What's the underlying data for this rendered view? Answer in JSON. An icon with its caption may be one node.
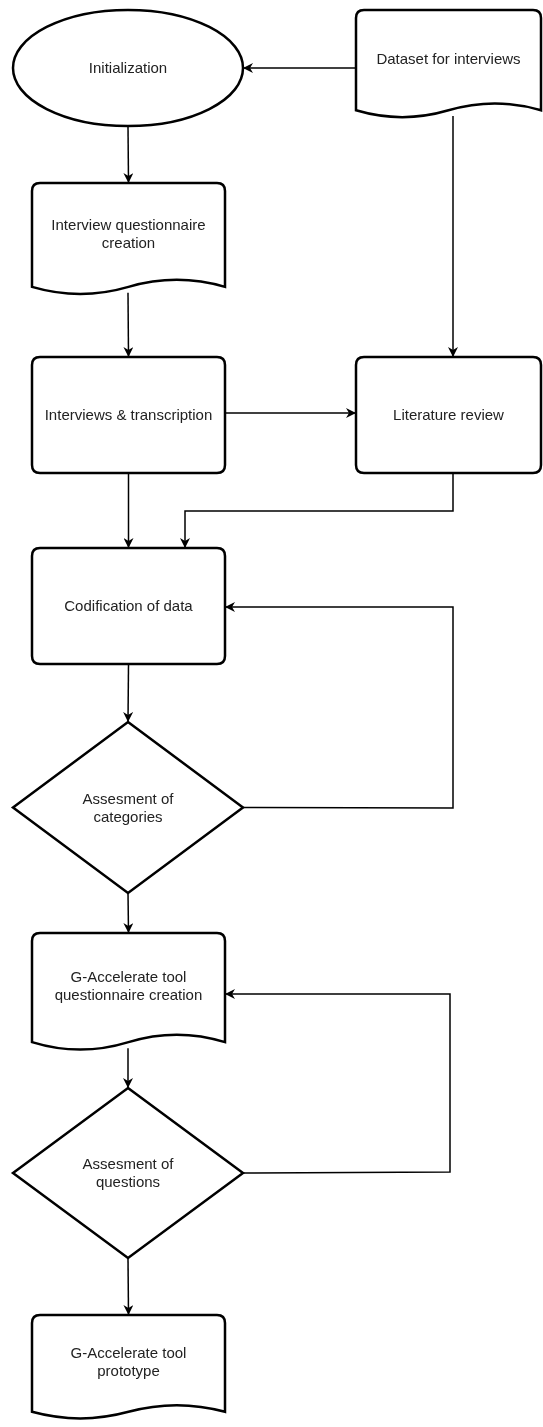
{
  "diagram": {
    "nodes": [
      {
        "text": [
          "Initialization"
        ]
      },
      {
        "text": [
          "Dataset for interviews"
        ]
      },
      {
        "text": [
          "Interview questionnaire creation"
        ]
      },
      {
        "text": [
          "Interviews & transcription"
        ]
      },
      {
        "text": [
          "Literature review"
        ]
      },
      {
        "text": [
          "Codification of data"
        ]
      },
      {
        "text": [
          "Assesment of categories"
        ]
      },
      {
        "text": [
          "G-Accelerate tool questionnaire creation"
        ]
      },
      {
        "text": [
          "Assesment of questions"
        ]
      },
      {
        "text": [
          "G-Accelerate tool prototype"
        ]
      }
    ],
    "edges": [
      {
        "from": 1,
        "to": 0,
        "arrow": "to"
      },
      {
        "from": 0,
        "to": 2,
        "arrow": "to"
      },
      {
        "from": 2,
        "to": 3,
        "arrow": "to"
      },
      {
        "from": 1,
        "to": 4,
        "arrow": "to"
      },
      {
        "from": 3,
        "to": 4,
        "arrow": "to"
      },
      {
        "from": 3,
        "to": 5,
        "arrow": "to"
      },
      {
        "from": 4,
        "to": 5,
        "arrow": "to"
      },
      {
        "from": 5,
        "to": 6,
        "arrow": "to"
      },
      {
        "from": 6,
        "to": 5,
        "arrow": "to"
      },
      {
        "from": 6,
        "to": 7,
        "arrow": "to"
      },
      {
        "from": 7,
        "to": 8,
        "arrow": "to"
      },
      {
        "from": 8,
        "to": 7,
        "arrow": "to"
      },
      {
        "from": 8,
        "to": 9,
        "arrow": "to"
      }
    ]
  }
}
